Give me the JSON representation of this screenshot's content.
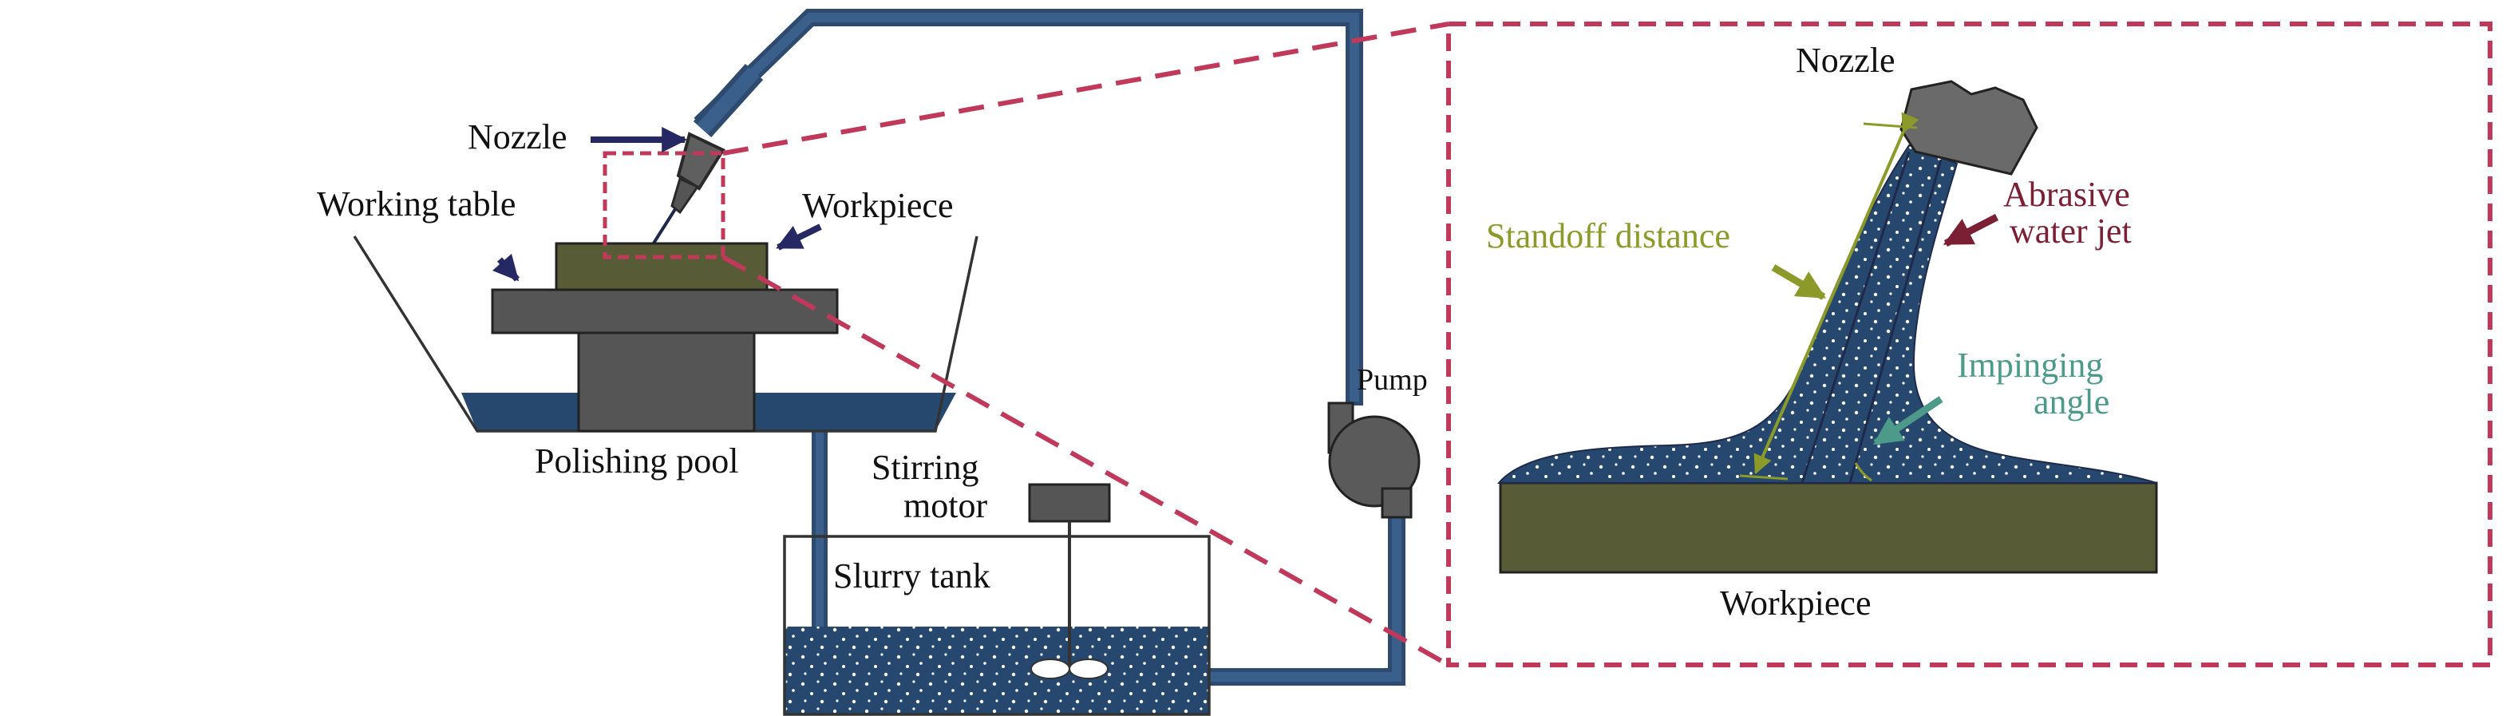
{
  "labels": {
    "nozzle": "Nozzle",
    "working_table": "Working table",
    "workpiece": "Workpiece",
    "polishing_pool": "Polishing pool",
    "stirring_motor_line1": "Stirring",
    "stirring_motor_line2": "motor",
    "slurry_tank": "Slurry tank",
    "pump": "Pump"
  },
  "detail": {
    "nozzle": "Nozzle",
    "abrasive_line1": "Abrasive",
    "abrasive_line2": "water jet",
    "standoff_distance": "Standoff distance",
    "impinging_line1": "Impinging",
    "impinging_line2": "angle",
    "workpiece": "Workpiece"
  },
  "colors": {
    "pipe": "#2e4a6e",
    "slurry": "#26486f",
    "workpiece": "#575c36",
    "table": "#555555",
    "pump": "#5a5a5a",
    "zoom_frame": "#c0385a",
    "label_standoff": "#8c9a2a",
    "label_abrasive": "#7b1f34",
    "label_impinging": "#4e9a8a",
    "arrow_navy": "#252862"
  }
}
